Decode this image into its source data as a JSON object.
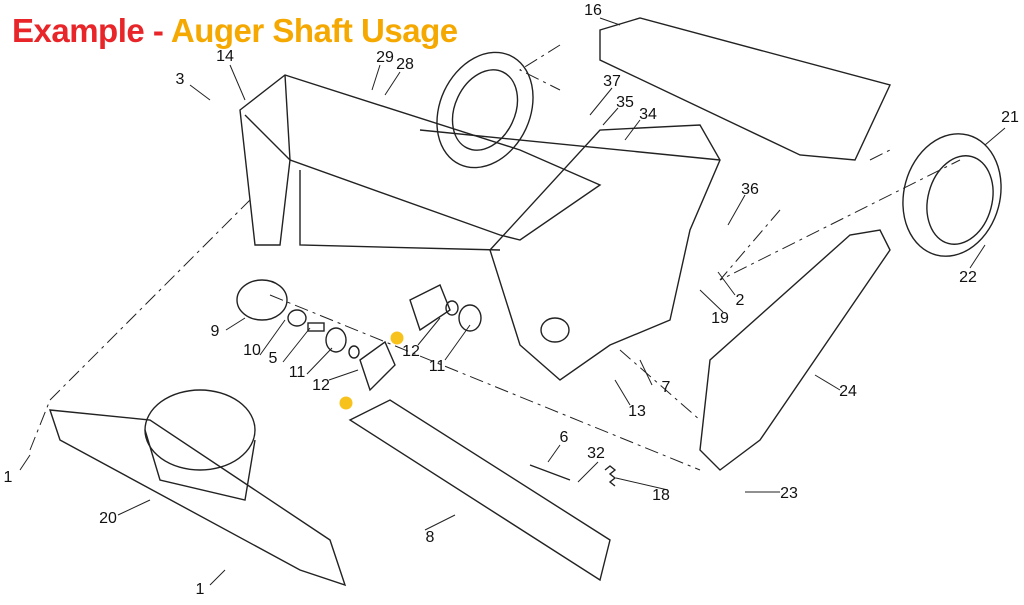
{
  "title": {
    "part1": "Example",
    "separator": " - ",
    "part2": "Auger Shaft Usage"
  },
  "colors": {
    "title_red": "#e8262a",
    "title_orange": "#f5a800",
    "highlight_dot": "#f8c21c"
  },
  "callouts": [
    "1",
    "1",
    "2",
    "3",
    "5",
    "6",
    "7",
    "8",
    "9",
    "10",
    "11",
    "11",
    "12",
    "12",
    "13",
    "14",
    "16",
    "18",
    "19",
    "20",
    "21",
    "22",
    "23",
    "24",
    "28",
    "29",
    "32",
    "34",
    "35",
    "36",
    "37"
  ]
}
